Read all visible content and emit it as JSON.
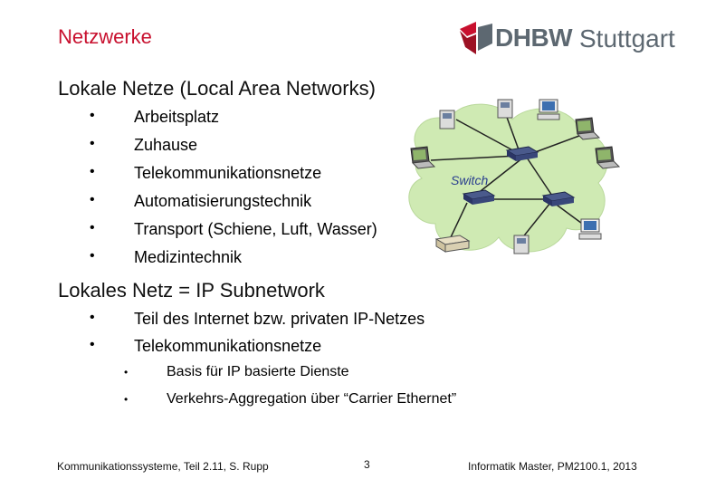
{
  "header": {
    "title": "Netzwerke"
  },
  "logo": {
    "brand": "DHBW",
    "city": "Stuttgart"
  },
  "section1": {
    "heading": "Lokale Netze (Local Area Networks)",
    "items": [
      "Arbeitsplatz",
      "Zuhause",
      "Telekommunikationsnetze",
      "Automatisierungstechnik",
      "Transport (Schiene, Luft, Wasser)",
      "Medizintechnik"
    ]
  },
  "diagram": {
    "switch_label": "Switch"
  },
  "section2": {
    "heading": "Lokales Netz = IP Subnetwork",
    "items": [
      "Teil des Internet bzw. privaten IP-Netzes",
      "Telekommunikationsnetze"
    ],
    "subitems": [
      "Basis für IP basierte Dienste",
      "Verkehrs-Aggregation über “Carrier Ethernet”"
    ]
  },
  "footer": {
    "left": "Kommunikationssysteme, Teil 2.11, S. Rupp",
    "center": "3",
    "right": "Informatik Master, PM2100.1, 2013"
  },
  "colors": {
    "accent": "#c8102e",
    "logo_gray": "#5d6871",
    "cloud": "#cfeab3"
  },
  "icons": [
    "dhbw-logo-mark",
    "desktop-computer-icon",
    "laptop-icon",
    "switch-icon",
    "printer-icon"
  ]
}
